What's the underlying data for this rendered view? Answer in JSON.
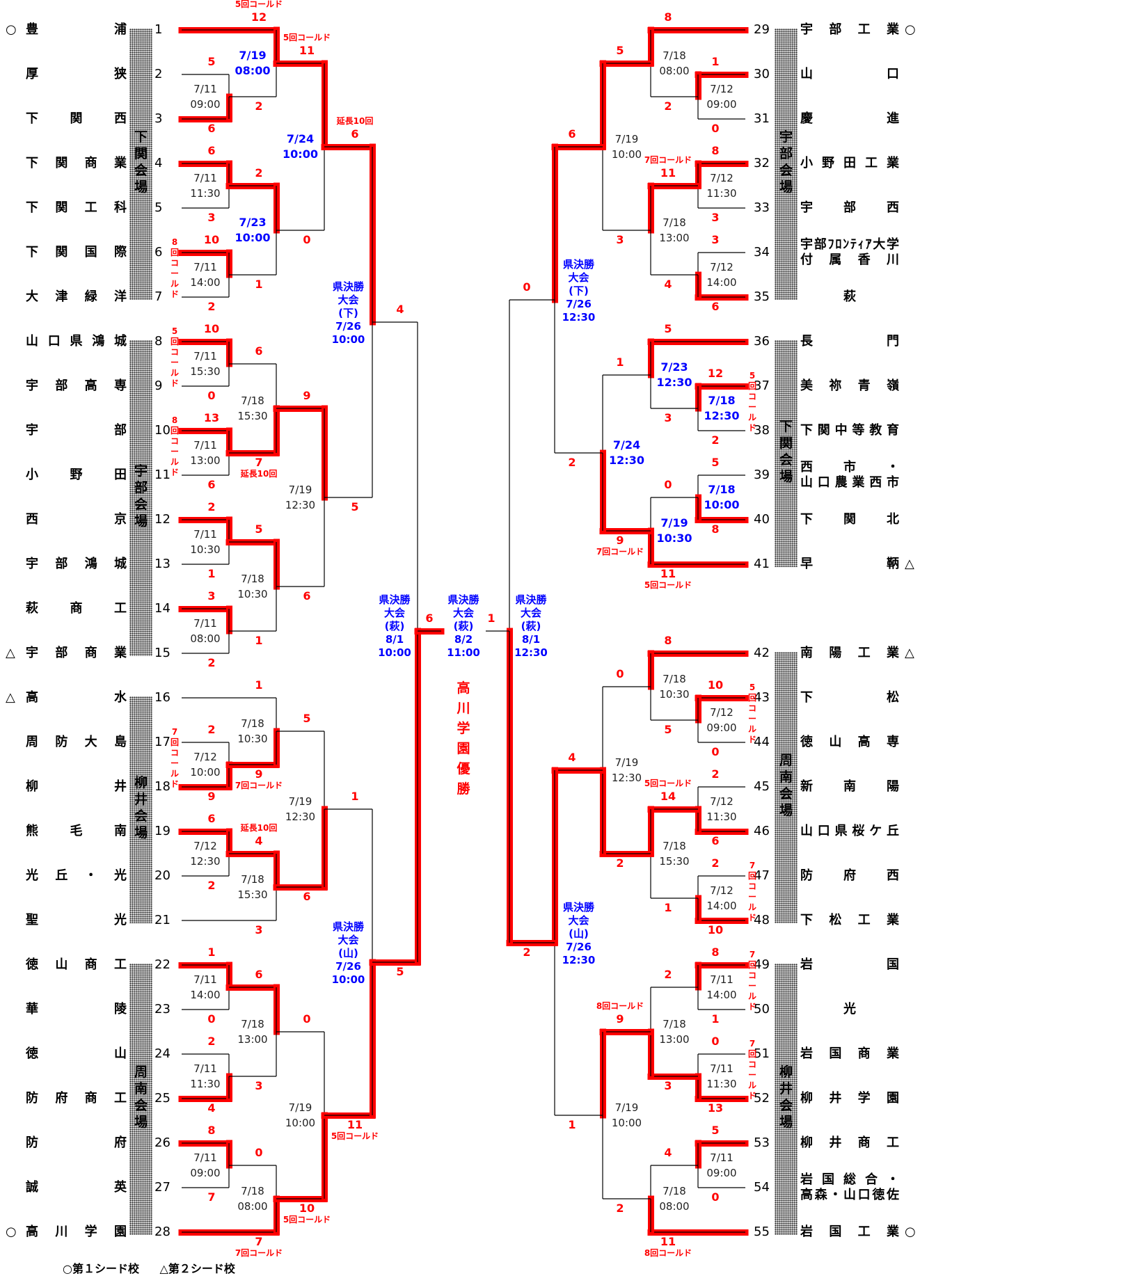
{
  "legend": {
    "first_seed": "○第１シード校",
    "second_seed": "△第２シード校"
  },
  "seed_marks": {
    "first": "○",
    "second": "△"
  },
  "colors": {
    "win_line": "#ff0000",
    "line": "#000000",
    "score": "#ff0000",
    "late_date": "#0000ff"
  },
  "champion": {
    "text": "高川学園優勝"
  },
  "teams": [
    {
      "no": "1",
      "name": [
        "豊　　浦"
      ],
      "seed": "first"
    },
    {
      "no": "2",
      "name": [
        "厚　　狭"
      ]
    },
    {
      "no": "3",
      "name": [
        "下　関　西"
      ]
    },
    {
      "no": "4",
      "name": [
        "下関商業"
      ]
    },
    {
      "no": "5",
      "name": [
        "下関工科"
      ]
    },
    {
      "no": "6",
      "name": [
        "下関国際"
      ]
    },
    {
      "no": "7",
      "name": [
        "大津緑洋"
      ]
    },
    {
      "no": "8",
      "name": [
        "山口県鴻城"
      ]
    },
    {
      "no": "9",
      "name": [
        "宇部高専"
      ]
    },
    {
      "no": "10",
      "name": [
        "宇　　部"
      ]
    },
    {
      "no": "11",
      "name": [
        "小　野　田"
      ]
    },
    {
      "no": "12",
      "name": [
        "西　　京"
      ]
    },
    {
      "no": "13",
      "name": [
        "宇部鴻城"
      ]
    },
    {
      "no": "14",
      "name": [
        "萩　商　工"
      ]
    },
    {
      "no": "15",
      "name": [
        "宇部商業"
      ],
      "seed": "second"
    },
    {
      "no": "16",
      "name": [
        "高　　水"
      ],
      "seed": "second"
    },
    {
      "no": "17",
      "name": [
        "周防大島"
      ]
    },
    {
      "no": "18",
      "name": [
        "柳　　井"
      ]
    },
    {
      "no": "19",
      "name": [
        "熊　毛　南"
      ]
    },
    {
      "no": "20",
      "name": [
        "光丘・光"
      ]
    },
    {
      "no": "21",
      "name": [
        "聖　　光"
      ]
    },
    {
      "no": "22",
      "name": [
        "徳山商工"
      ]
    },
    {
      "no": "23",
      "name": [
        "華　　陵"
      ]
    },
    {
      "no": "24",
      "name": [
        "徳　　山"
      ]
    },
    {
      "no": "25",
      "name": [
        "防府商工"
      ]
    },
    {
      "no": "26",
      "name": [
        "防　　府"
      ]
    },
    {
      "no": "27",
      "name": [
        "誠　　英"
      ]
    },
    {
      "no": "28",
      "name": [
        "高川学園"
      ],
      "seed": "first"
    },
    {
      "no": "29",
      "name": [
        "宇部工業"
      ],
      "seed": "first"
    },
    {
      "no": "30",
      "name": [
        "山　　口"
      ]
    },
    {
      "no": "31",
      "name": [
        "慶　　進"
      ]
    },
    {
      "no": "32",
      "name": [
        "小野田工業"
      ]
    },
    {
      "no": "33",
      "name": [
        "宇　部　西"
      ]
    },
    {
      "no": "34",
      "name": [
        "宇部ﾌﾛﾝﾃｨｱ大学",
        "付属香川"
      ]
    },
    {
      "no": "35",
      "name": [
        "萩"
      ],
      "center": true
    },
    {
      "no": "36",
      "name": [
        "長　　門"
      ]
    },
    {
      "no": "37",
      "name": [
        "美祢青嶺"
      ]
    },
    {
      "no": "38",
      "name": [
        "下関中等教育"
      ]
    },
    {
      "no": "39",
      "name": [
        "西　市　・",
        "山口農業西市"
      ]
    },
    {
      "no": "40",
      "name": [
        "下　関　北"
      ]
    },
    {
      "no": "41",
      "name": [
        "早　　鞆"
      ],
      "seed": "second"
    },
    {
      "no": "42",
      "name": [
        "南陽工業"
      ],
      "seed": "second"
    },
    {
      "no": "43",
      "name": [
        "下　　松"
      ]
    },
    {
      "no": "44",
      "name": [
        "徳山高専"
      ]
    },
    {
      "no": "45",
      "name": [
        "新　南　陽"
      ]
    },
    {
      "no": "46",
      "name": [
        "山口県桜ケ丘"
      ]
    },
    {
      "no": "47",
      "name": [
        "防　府　西"
      ]
    },
    {
      "no": "48",
      "name": [
        "下松工業"
      ]
    },
    {
      "no": "49",
      "name": [
        "岩　　国"
      ]
    },
    {
      "no": "50",
      "name": [
        "光"
      ],
      "center": true
    },
    {
      "no": "51",
      "name": [
        "岩国商業"
      ]
    },
    {
      "no": "52",
      "name": [
        "柳井学園"
      ]
    },
    {
      "no": "53",
      "name": [
        "柳井商工"
      ]
    },
    {
      "no": "54",
      "name": [
        "岩国総合・",
        "高森・山口徳佐"
      ]
    },
    {
      "no": "55",
      "name": [
        "岩国工業"
      ],
      "seed": "first"
    }
  ],
  "venues": [
    {
      "label": "下関会場",
      "side": "left",
      "from": 1,
      "to": 7
    },
    {
      "label": "宇部会場",
      "side": "left",
      "from": 8,
      "to": 15
    },
    {
      "label": "柳井会場",
      "side": "left",
      "from": 16,
      "to": 21
    },
    {
      "label": "周南会場",
      "side": "left",
      "from": 22,
      "to": 28
    },
    {
      "label": "宇部会場",
      "side": "right",
      "from": 29,
      "to": 35
    },
    {
      "label": "下関会場",
      "side": "right",
      "from": 36,
      "to": 41
    },
    {
      "label": "周南会場",
      "side": "right",
      "from": 42,
      "to": 48
    },
    {
      "label": "柳井会場",
      "side": "right",
      "from": 49,
      "to": 55
    }
  ],
  "matches": [
    {
      "id": "L1",
      "side": "left",
      "round": 1,
      "a": "t2",
      "b": "t3",
      "sa": "5",
      "sb": "6",
      "win": "b",
      "date": [
        "7/11",
        "09:00"
      ]
    },
    {
      "id": "L2",
      "side": "left",
      "round": 2,
      "a": "t1",
      "b": "L1",
      "sa": "12",
      "sb": "2",
      "win": "a",
      "date": [
        "7/19",
        "08:00"
      ],
      "blue": true,
      "note_a": "5回コールド"
    },
    {
      "id": "L3",
      "side": "left",
      "round": 1,
      "a": "t4",
      "b": "t5",
      "sa": "6",
      "sb": "3",
      "win": "a",
      "date": [
        "7/11",
        "11:30"
      ]
    },
    {
      "id": "L4",
      "side": "left",
      "round": 1,
      "a": "t6",
      "b": "t7",
      "sa": "10",
      "sb": "2",
      "win": "a",
      "date": [
        "7/11",
        "14:00"
      ],
      "vnote": "8回コールド"
    },
    {
      "id": "L5",
      "side": "left",
      "round": 2,
      "a": "L3",
      "b": "L4",
      "sa": "2",
      "sb": "1",
      "win": "a",
      "date": [
        "7/23",
        "10:00"
      ],
      "blue": true
    },
    {
      "id": "L6",
      "side": "left",
      "round": 3,
      "a": "L2",
      "b": "L5",
      "sa": "11",
      "sb": "0",
      "win": "a",
      "date": [
        "7/24",
        "10:00"
      ],
      "blue": true,
      "note_a": "5回コールド"
    },
    {
      "id": "L7",
      "side": "left",
      "round": 1,
      "a": "t8",
      "b": "t9",
      "sa": "10",
      "sb": "0",
      "win": "a",
      "date": [
        "7/11",
        "15:30"
      ],
      "vnote": "5回コールド"
    },
    {
      "id": "L8",
      "side": "left",
      "round": 1,
      "a": "t10",
      "b": "t11",
      "sa": "13",
      "sb": "6",
      "win": "a",
      "date": [
        "7/11",
        "13:00"
      ],
      "vnote": "8回コールド"
    },
    {
      "id": "L9",
      "side": "left",
      "round": 2,
      "a": "L7",
      "b": "L8",
      "sa": "6",
      "sb": "7",
      "win": "b",
      "date": [
        "7/18",
        "15:30"
      ],
      "note_b": "延長10回"
    },
    {
      "id": "L10",
      "side": "left",
      "round": 1,
      "a": "t12",
      "b": "t13",
      "sa": "2",
      "sb": "1",
      "win": "a",
      "date": [
        "7/11",
        "10:30"
      ]
    },
    {
      "id": "L11",
      "side": "left",
      "round": 1,
      "a": "t14",
      "b": "t15",
      "sa": "3",
      "sb": "2",
      "win": "a",
      "date": [
        "7/11",
        "08:00"
      ]
    },
    {
      "id": "L12",
      "side": "left",
      "round": 2,
      "a": "L10",
      "b": "L11",
      "sa": "5",
      "sb": "1",
      "win": "a",
      "date": [
        "7/18",
        "10:30"
      ]
    },
    {
      "id": "L13",
      "side": "left",
      "round": 3,
      "a": "L9",
      "b": "L12",
      "sa": "9",
      "sb": "6",
      "win": "a",
      "date": [
        "7/19",
        "12:30"
      ]
    },
    {
      "id": "L14",
      "side": "left",
      "round": 4,
      "a": "L6",
      "b": "L13",
      "sa": "6",
      "sb": "5",
      "win": "a",
      "stage": [
        "県決勝",
        "大会",
        "(下)",
        "7/26",
        "10:00"
      ],
      "note_a": "延長10回"
    },
    {
      "id": "L15",
      "side": "left",
      "round": 1,
      "a": "t17",
      "b": "t18",
      "sa": "2",
      "sb": "9",
      "win": "b",
      "date": [
        "7/12",
        "10:00"
      ],
      "vnote": "7回コールド"
    },
    {
      "id": "L16",
      "side": "left",
      "round": 2,
      "a": "t16",
      "b": "L15",
      "sa": "1",
      "sb": "9",
      "win": "b",
      "date": [
        "7/18",
        "10:30"
      ],
      "note_b": "7回コールド"
    },
    {
      "id": "L17",
      "side": "left",
      "round": 1,
      "a": "t19",
      "b": "t20",
      "sa": "6",
      "sb": "2",
      "win": "a",
      "date": [
        "7/12",
        "12:30"
      ]
    },
    {
      "id": "L18",
      "side": "left",
      "round": 2,
      "a": "L17",
      "b": "t21",
      "sa": "4",
      "sb": "3",
      "win": "a",
      "date": [
        "7/18",
        "15:30"
      ],
      "note_a": "延長10回"
    },
    {
      "id": "L19",
      "side": "left",
      "round": 3,
      "a": "L16",
      "b": "L18",
      "sa": "5",
      "sb": "6",
      "win": "b",
      "date": [
        "7/19",
        "12:30"
      ]
    },
    {
      "id": "L20",
      "side": "left",
      "round": 1,
      "a": "t22",
      "b": "t23",
      "sa": "1",
      "sb": "0",
      "win": "a",
      "date": [
        "7/11",
        "14:00"
      ]
    },
    {
      "id": "L21",
      "side": "left",
      "round": 1,
      "a": "t24",
      "b": "t25",
      "sa": "2",
      "sb": "4",
      "win": "b",
      "date": [
        "7/11",
        "11:30"
      ]
    },
    {
      "id": "L22",
      "side": "left",
      "round": 2,
      "a": "L20",
      "b": "L21",
      "sa": "6",
      "sb": "3",
      "win": "a",
      "date": [
        "7/18",
        "13:00"
      ]
    },
    {
      "id": "L23",
      "side": "left",
      "round": 1,
      "a": "t26",
      "b": "t27",
      "sa": "8",
      "sb": "7",
      "win": "a",
      "date": [
        "7/11",
        "09:00"
      ]
    },
    {
      "id": "L24",
      "side": "left",
      "round": 2,
      "a": "L23",
      "b": "t28",
      "sa": "0",
      "sb": "7",
      "win": "b",
      "date": [
        "7/18",
        "08:00"
      ],
      "note_b": "7回コールド"
    },
    {
      "id": "L25",
      "side": "left",
      "round": 3,
      "a": "L22",
      "b": "L24",
      "sa": "0",
      "sb": "10",
      "win": "b",
      "date": [
        "7/19",
        "10:00"
      ],
      "note_b": "5回コールド"
    },
    {
      "id": "L26",
      "side": "left",
      "round": 4,
      "a": "L19",
      "b": "L25",
      "sa": "1",
      "sb": "11",
      "win": "b",
      "stage": [
        "県決勝",
        "大会",
        "(山)",
        "7/26",
        "10:00"
      ],
      "note_b": "5回コールド"
    },
    {
      "id": "LSF",
      "side": "left",
      "round": 5,
      "a": "L14",
      "b": "L26",
      "sa": "4",
      "sb": "5",
      "win": "b",
      "stage": [
        "県決勝",
        "大会",
        "(萩)",
        "8/1",
        "10:00"
      ]
    },
    {
      "id": "R1",
      "side": "right",
      "round": 1,
      "a": "t30",
      "b": "t31",
      "sa": "1",
      "sb": "0",
      "win": "a",
      "date": [
        "7/12",
        "09:00"
      ]
    },
    {
      "id": "R2",
      "side": "right",
      "round": 2,
      "a": "t29",
      "b": "R1",
      "sa": "8",
      "sb": "2",
      "win": "a",
      "date": [
        "7/18",
        "08:00"
      ]
    },
    {
      "id": "R3",
      "side": "right",
      "round": 1,
      "a": "t32",
      "b": "t33",
      "sa": "8",
      "sb": "3",
      "win": "a",
      "date": [
        "7/12",
        "11:30"
      ]
    },
    {
      "id": "R4",
      "side": "right",
      "round": 1,
      "a": "t34",
      "b": "t35",
      "sa": "3",
      "sb": "6",
      "win": "b",
      "date": [
        "7/12",
        "14:00"
      ]
    },
    {
      "id": "R5",
      "side": "right",
      "round": 2,
      "a": "R3",
      "b": "R4",
      "sa": "11",
      "sb": "4",
      "win": "a",
      "date": [
        "7/18",
        "13:00"
      ],
      "note_a": "7回コールド"
    },
    {
      "id": "R6",
      "side": "right",
      "round": 3,
      "a": "R2",
      "b": "R5",
      "sa": "5",
      "sb": "3",
      "win": "a",
      "date": [
        "7/19",
        "10:00"
      ]
    },
    {
      "id": "R7",
      "side": "right",
      "round": 1,
      "a": "t37",
      "b": "t38",
      "sa": "12",
      "sb": "2",
      "win": "a",
      "date": [
        "7/18",
        "12:30"
      ],
      "blue": true,
      "vnote": "5回コールド"
    },
    {
      "id": "R8",
      "side": "right",
      "round": 2,
      "a": "t36",
      "b": "R7",
      "sa": "5",
      "sb": "3",
      "win": "a",
      "date": [
        "7/23",
        "12:30"
      ],
      "blue": true
    },
    {
      "id": "R9",
      "side": "right",
      "round": 1,
      "a": "t39",
      "b": "t40",
      "sa": "5",
      "sb": "8",
      "win": "b",
      "date": [
        "7/18",
        "10:00"
      ],
      "blue": true
    },
    {
      "id": "R10",
      "side": "right",
      "round": 2,
      "a": "R9",
      "b": "t41",
      "sa": "0",
      "sb": "11",
      "win": "b",
      "date": [
        "7/19",
        "10:30"
      ],
      "blue": true,
      "note_b": "5回コールド"
    },
    {
      "id": "R11",
      "side": "right",
      "round": 3,
      "a": "R8",
      "b": "R10",
      "sa": "1",
      "sb": "9",
      "win": "b",
      "date": [
        "7/24",
        "12:30"
      ],
      "blue": true,
      "note_b": "7回コールド"
    },
    {
      "id": "R12",
      "side": "right",
      "round": 4,
      "a": "R6",
      "b": "R11",
      "sa": "6",
      "sb": "2",
      "win": "a",
      "stage": [
        "県決勝",
        "大会",
        "(下)",
        "7/26",
        "12:30"
      ]
    },
    {
      "id": "R13",
      "side": "right",
      "round": 1,
      "a": "t43",
      "b": "t44",
      "sa": "10",
      "sb": "0",
      "win": "a",
      "date": [
        "7/12",
        "09:00"
      ],
      "vnote": "5回コールド"
    },
    {
      "id": "R14",
      "side": "right",
      "round": 2,
      "a": "t42",
      "b": "R13",
      "sa": "8",
      "sb": "5",
      "win": "a",
      "date": [
        "7/18",
        "10:30"
      ]
    },
    {
      "id": "R15",
      "side": "right",
      "round": 1,
      "a": "t45",
      "b": "t46",
      "sa": "2",
      "sb": "6",
      "win": "b",
      "date": [
        "7/12",
        "11:30"
      ]
    },
    {
      "id": "R16",
      "side": "right",
      "round": 1,
      "a": "t47",
      "b": "t48",
      "sa": "2",
      "sb": "10",
      "win": "b",
      "date": [
        "7/12",
        "14:00"
      ],
      "vnote": "7回コールド"
    },
    {
      "id": "R17",
      "side": "right",
      "round": 2,
      "a": "R15",
      "b": "R16",
      "sa": "14",
      "sb": "1",
      "win": "a",
      "date": [
        "7/18",
        "15:30"
      ],
      "note_a": "5回コールド"
    },
    {
      "id": "R18",
      "side": "right",
      "round": 3,
      "a": "R14",
      "b": "R17",
      "sa": "0",
      "sb": "2",
      "win": "b",
      "date": [
        "7/19",
        "12:30"
      ]
    },
    {
      "id": "R19",
      "side": "right",
      "round": 1,
      "a": "t49",
      "b": "t50",
      "sa": "8",
      "sb": "1",
      "win": "a",
      "date": [
        "7/11",
        "14:00"
      ],
      "vnote": "7回コールド"
    },
    {
      "id": "R20",
      "side": "right",
      "round": 1,
      "a": "t51",
      "b": "t52",
      "sa": "0",
      "sb": "13",
      "win": "b",
      "date": [
        "7/11",
        "11:30"
      ],
      "vnote": "7回コールド"
    },
    {
      "id": "R21",
      "side": "right",
      "round": 2,
      "a": "R19",
      "b": "R20",
      "sa": "2",
      "sb": "3",
      "win": "b",
      "date": [
        "7/18",
        "13:00"
      ]
    },
    {
      "id": "R22",
      "side": "right",
      "round": 1,
      "a": "t53",
      "b": "t54",
      "sa": "5",
      "sb": "0",
      "win": "a",
      "date": [
        "7/11",
        "09:00"
      ]
    },
    {
      "id": "R23",
      "side": "right",
      "round": 2,
      "a": "R22",
      "b": "t55",
      "sa": "4",
      "sb": "11",
      "win": "b",
      "date": [
        "7/18",
        "08:00"
      ],
      "note_b": "8回コールド"
    },
    {
      "id": "R24",
      "side": "right",
      "round": 3,
      "a": "R21",
      "b": "R23",
      "sa": "9",
      "sb": "2",
      "win": "a",
      "date": [
        "7/19",
        "10:00"
      ],
      "note_a": "8回コールド"
    },
    {
      "id": "R25",
      "side": "right",
      "round": 4,
      "a": "R18",
      "b": "R24",
      "sa": "4",
      "sb": "1",
      "win": "a",
      "stage": [
        "県決勝",
        "大会",
        "(山)",
        "7/26",
        "12:30"
      ]
    },
    {
      "id": "RSF",
      "side": "right",
      "round": 5,
      "a": "R12",
      "b": "R25",
      "sa": "0",
      "sb": "2",
      "win": "b",
      "stage": [
        "県決勝",
        "大会",
        "(萩)",
        "8/1",
        "12:30"
      ]
    }
  ],
  "final": {
    "left_score": "6",
    "right_score": "1",
    "win": "left",
    "stage": [
      "県決勝",
      "大会",
      "(萩)",
      "8/2",
      "11:00"
    ]
  }
}
